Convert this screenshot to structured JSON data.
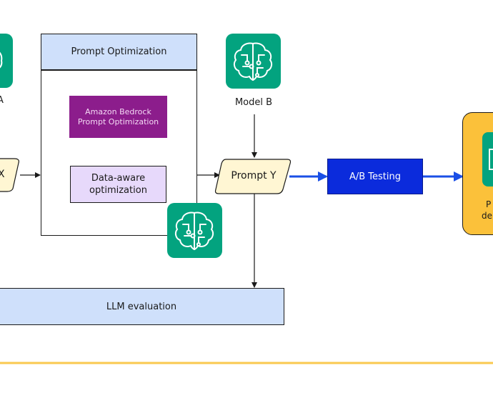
{
  "left_model": {
    "label": "A",
    "icon": "brain-circuit-icon"
  },
  "left_prompt": {
    "label": "X"
  },
  "optimization_panel": {
    "title": "Prompt Optimization",
    "bedrock_box": "Amazon Bedrock\nPrompt Optimization",
    "data_aware_box": "Data-aware\noptimization",
    "icon": "brain-circuit-icon"
  },
  "model_b": {
    "label": "Model B",
    "icon": "brain-circuit-icon"
  },
  "prompt_y": {
    "label": "Prompt Y"
  },
  "ab_testing": {
    "label": "A/B Testing"
  },
  "right_card": {
    "label_line1": "P",
    "label_line2": "de",
    "icon": "brain-circuit-icon"
  },
  "llm_evaluation": {
    "label": "LLM evaluation"
  },
  "colors": {
    "panel_header": "#cfe0fb",
    "bedrock": "#8c1d8c",
    "data_aware": "#e7d9fb",
    "prompt_fill": "#fff6d3",
    "ab_testing": "#0b2bdc",
    "right_card": "#fbc13a",
    "brain_green": "#03a37f",
    "blue_arrow": "#1a4fe6",
    "divider": "#f9c94f"
  }
}
